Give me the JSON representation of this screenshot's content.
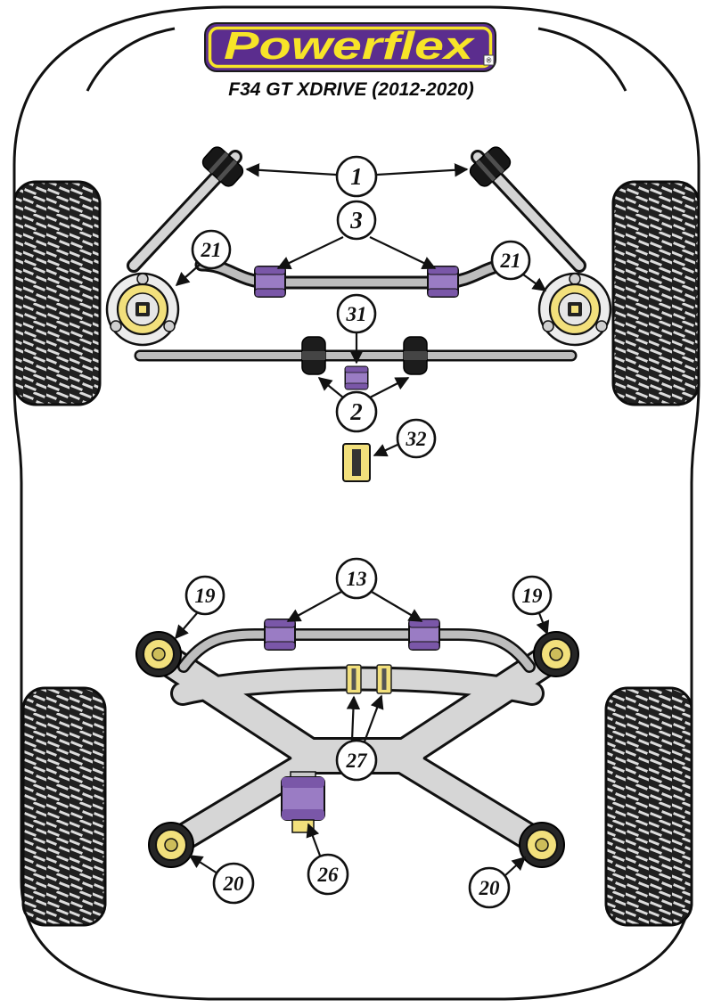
{
  "header": {
    "brand": "Powerflex",
    "registered": "®",
    "subtitle": "F34 GT XDRIVE (2012-2020)"
  },
  "callouts": {
    "c1": "1",
    "c2": "2",
    "c3": "3",
    "c13": "13",
    "c19": "19",
    "c20": "20",
    "c21": "21",
    "c26": "26",
    "c27": "27",
    "c31": "31",
    "c32": "32"
  },
  "colors": {
    "brand_purple": "#5b2d8e",
    "brand_yellow": "#f7e428",
    "bush_purple": "#9a7cc4",
    "bush_purple_dark": "#7a57a8",
    "poly_yellow": "#f2e07c",
    "poly_yellow_dark": "#cdbd5a"
  }
}
